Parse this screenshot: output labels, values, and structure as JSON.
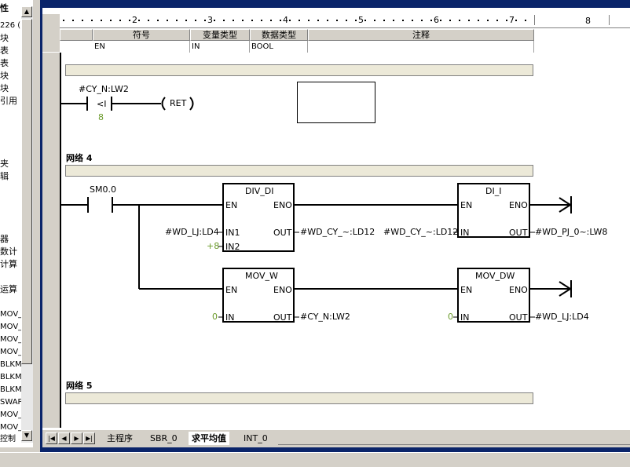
{
  "tree": {
    "items": [
      "性",
      "226 (",
      "块",
      "表",
      "表",
      "块",
      "块",
      "引用",
      "夹",
      "辑",
      "器",
      "数计",
      "计算",
      "运算",
      "MOV_",
      "MOV_",
      "MOV_",
      "MOV_",
      "BLKM",
      "BLKM",
      "BLKM",
      "SWAP",
      "MOV_",
      "MOV_",
      "控制"
    ]
  },
  "ruler": {
    "numbers": [
      "2",
      "3",
      "4",
      "5",
      "6",
      "7",
      "8"
    ]
  },
  "var_table": {
    "headers": [
      "符号",
      "变量类型",
      "数据类型",
      "注释"
    ],
    "row": [
      "EN",
      "IN",
      "BOOL",
      ""
    ]
  },
  "net3": {
    "contact_label": "#CY_N:LW2",
    "compare_op": "<I",
    "compare_value": "8",
    "coil_label": "RET"
  },
  "net4": {
    "title": "网络 4",
    "contact_label": "SM0.0",
    "div": {
      "title": "DIV_DI",
      "en": "EN",
      "eno": "ENO",
      "in1": "IN1",
      "in2": "IN2",
      "out": "OUT",
      "in1_value": "#WD_LJ:LD4",
      "in2_value": "+8",
      "out_value": "#WD_CY_~:LD12"
    },
    "di": {
      "title": "DI_I",
      "en": "EN",
      "eno": "ENO",
      "in": "IN",
      "out": "OUT",
      "in_value": "#WD_CY_~:LD12",
      "out_value": "#WD_PJ_0~:LW8"
    },
    "movw": {
      "title": "MOV_W",
      "en": "EN",
      "eno": "ENO",
      "in": "IN",
      "out": "OUT",
      "in_value": "0",
      "out_value": "#CY_N:LW2"
    },
    "movdw": {
      "title": "MOV_DW",
      "en": "EN",
      "eno": "ENO",
      "in": "IN",
      "out": "OUT",
      "in_value": "0",
      "out_value": "#WD_LJ:LD4"
    }
  },
  "net5": {
    "title": "网络 5"
  },
  "tabs": [
    "主程序",
    "SBR_0",
    "求平均值",
    "INT_0"
  ],
  "colors": {
    "title_blue": "#0a246a",
    "green_value": "#6a9a2a",
    "comment_bg": "#ece9d8"
  }
}
